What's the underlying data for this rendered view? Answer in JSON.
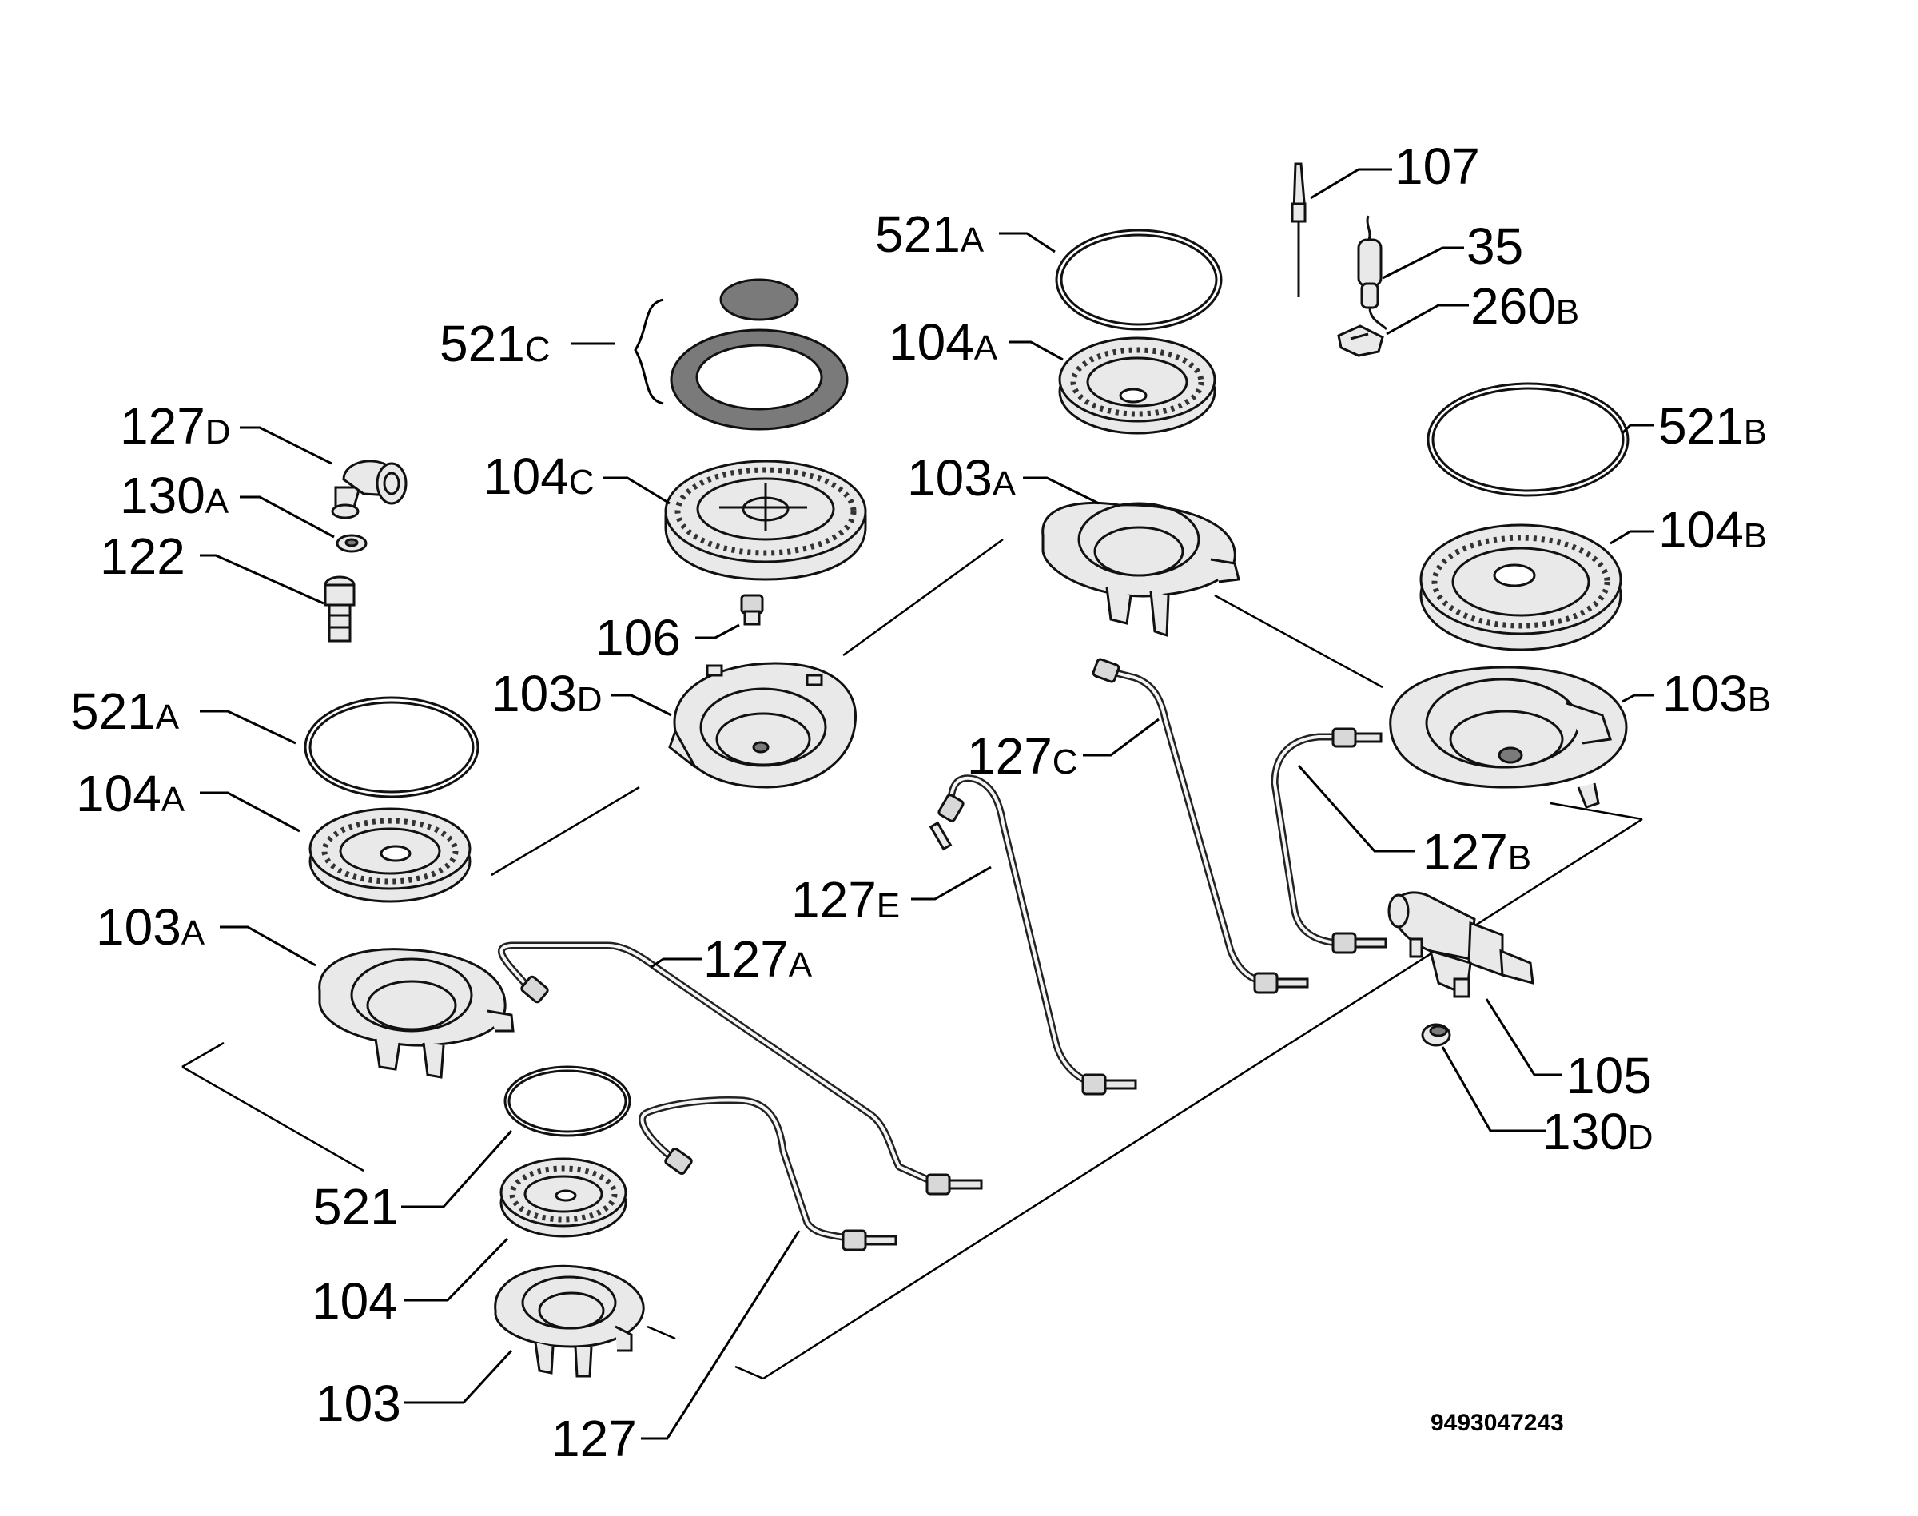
{
  "document_number": "9493047243",
  "labels": [
    {
      "id": "lbl-107",
      "num": "107",
      "suf": ""
    },
    {
      "id": "lbl-35",
      "num": "35",
      "suf": ""
    },
    {
      "id": "lbl-260b",
      "num": "260",
      "suf": "B"
    },
    {
      "id": "lbl-521a-top",
      "num": "521",
      "suf": "A"
    },
    {
      "id": "lbl-104a-top",
      "num": "104",
      "suf": "A"
    },
    {
      "id": "lbl-521b",
      "num": "521",
      "suf": "B"
    },
    {
      "id": "lbl-104b",
      "num": "104",
      "suf": "B"
    },
    {
      "id": "lbl-103a-top",
      "num": "103",
      "suf": "A"
    },
    {
      "id": "lbl-103b",
      "num": "103",
      "suf": "B"
    },
    {
      "id": "lbl-521c",
      "num": "521",
      "suf": "C"
    },
    {
      "id": "lbl-104c",
      "num": "104",
      "suf": "C"
    },
    {
      "id": "lbl-106",
      "num": "106",
      "suf": ""
    },
    {
      "id": "lbl-103d",
      "num": "103",
      "suf": "D"
    },
    {
      "id": "lbl-127d",
      "num": "127",
      "suf": "D"
    },
    {
      "id": "lbl-130a",
      "num": "130",
      "suf": "A"
    },
    {
      "id": "lbl-122",
      "num": "122",
      "suf": ""
    },
    {
      "id": "lbl-521a-left",
      "num": "521",
      "suf": "A"
    },
    {
      "id": "lbl-104a-left",
      "num": "104",
      "suf": "A"
    },
    {
      "id": "lbl-103a-left",
      "num": "103",
      "suf": "A"
    },
    {
      "id": "lbl-127c",
      "num": "127",
      "suf": "C"
    },
    {
      "id": "lbl-127b",
      "num": "127",
      "suf": "B"
    },
    {
      "id": "lbl-127e",
      "num": "127",
      "suf": "E"
    },
    {
      "id": "lbl-127a",
      "num": "127",
      "suf": "A"
    },
    {
      "id": "lbl-105",
      "num": "105",
      "suf": ""
    },
    {
      "id": "lbl-130d",
      "num": "130",
      "suf": "D"
    },
    {
      "id": "lbl-521",
      "num": "521",
      "suf": ""
    },
    {
      "id": "lbl-104",
      "num": "104",
      "suf": ""
    },
    {
      "id": "lbl-103",
      "num": "103",
      "suf": ""
    },
    {
      "id": "lbl-127",
      "num": "127",
      "suf": ""
    }
  ]
}
